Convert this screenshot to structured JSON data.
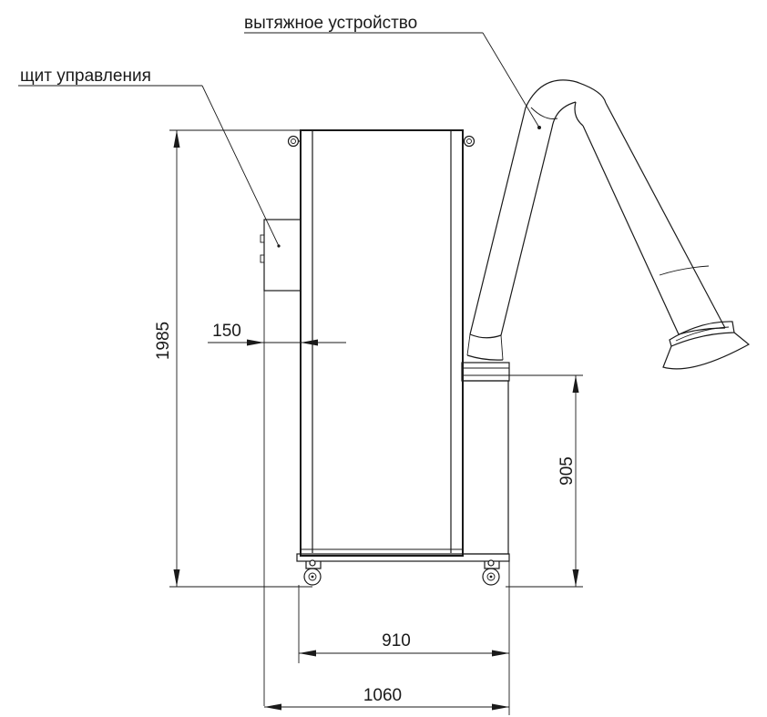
{
  "labels": {
    "extraction_device": "вытяжное устройство",
    "control_panel": "щит управления"
  },
  "dimensions": {
    "total_height": "1985",
    "panel_depth": "150",
    "lower_height": "905",
    "cabinet_width": "910",
    "total_width": "1060"
  },
  "colors": {
    "line": "#1a1a1a",
    "background": "#ffffff"
  }
}
